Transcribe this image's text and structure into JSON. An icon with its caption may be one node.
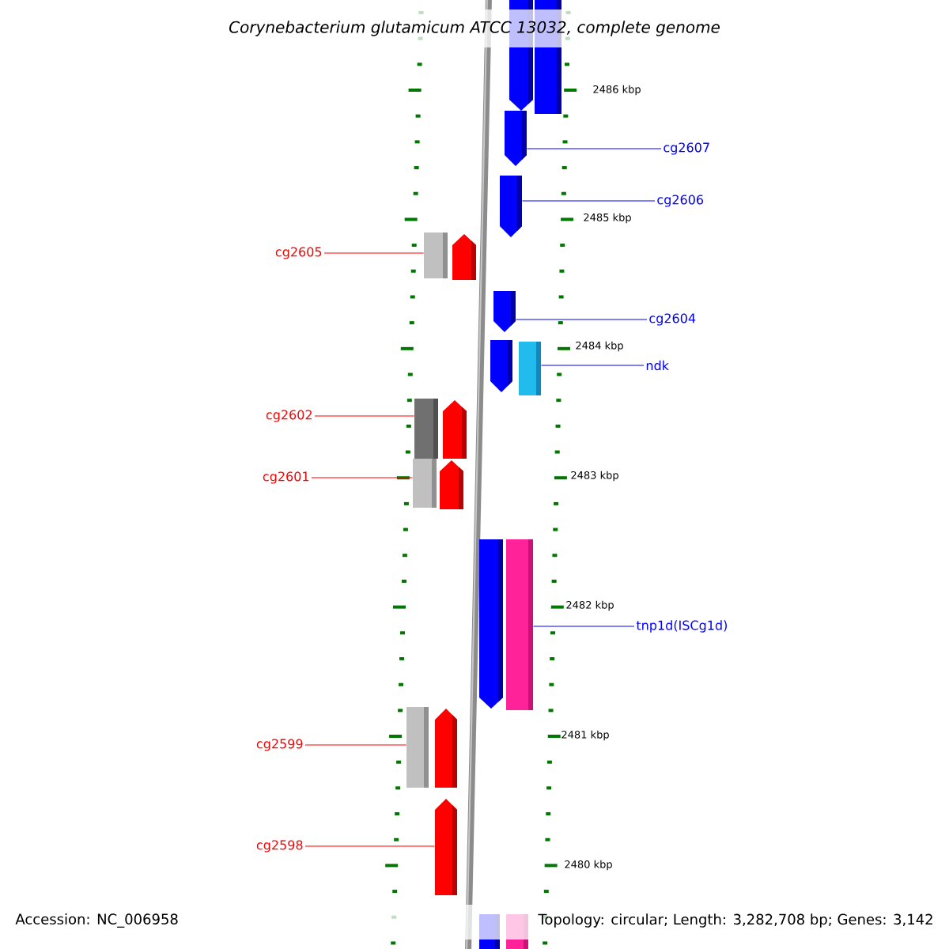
{
  "diagram": {
    "title": "Corynebacterium glutamicum ATCC 13032, complete genome",
    "nodes": [
      {
        "text": [
          "cg2607"
        ]
      },
      {
        "text": [
          "cg2606"
        ]
      },
      {
        "text": [
          "cg2605"
        ]
      },
      {
        "text": [
          "cg2604"
        ]
      },
      {
        "text": [
          "ndk"
        ]
      },
      {
        "text": [
          "cg2602"
        ]
      },
      {
        "text": [
          "cg2601"
        ]
      },
      {
        "text": [
          "tnp1d(ISCg1d)"
        ]
      },
      {
        "text": [
          "cg2599"
        ]
      },
      {
        "text": [
          "cg2598"
        ]
      },
      {
        "text": [],
        "shape": "arrow"
      },
      {
        "text": [],
        "shape": "arrow"
      },
      {
        "text": [],
        "shape": "box"
      },
      {
        "text": [],
        "shape": "arrow"
      },
      {
        "text": [],
        "shape": "box"
      },
      {
        "text": [],
        "shape": "box"
      },
      {
        "text": [],
        "shape": "box"
      },
      {
        "text": [],
        "shape": "box"
      },
      {
        "text": [],
        "shape": "box"
      },
      {
        "text": [],
        "shape": "arrow"
      },
      {
        "text": [],
        "shape": "arrow"
      }
    ],
    "edges": [
      {
        "from": 0,
        "to": 10,
        "arrow": "none",
        "color": "#0000ff"
      },
      {
        "from": 1,
        "to": 11,
        "arrow": "none",
        "color": "#0000ff"
      },
      {
        "from": 2,
        "to": 12,
        "arrow": "none",
        "color": "#ff0000"
      },
      {
        "from": 3,
        "to": 13,
        "arrow": "none",
        "color": "#0000ff"
      },
      {
        "from": 4,
        "to": 14,
        "arrow": "none",
        "color": "#0000ff"
      },
      {
        "from": 5,
        "to": 15,
        "arrow": "none",
        "color": "#ff0000"
      },
      {
        "from": 6,
        "to": 16,
        "arrow": "none",
        "color": "#ff0000"
      },
      {
        "from": 7,
        "to": 17,
        "arrow": "none",
        "color": "#0000ff"
      },
      {
        "from": 8,
        "to": 18,
        "arrow": "none",
        "color": "#ff0000"
      },
      {
        "from": 9,
        "to": 19,
        "arrow": "none",
        "color": "#ff0000"
      }
    ],
    "labels": [
      "2486 kbp",
      "2485 kbp",
      "2484 kbp",
      "2483 kbp",
      "2482 kbp",
      "2481 kbp",
      "2480 kbp",
      "Accession: NC_006958",
      "Topology: circular; Length: 3,282,708 bp; Genes: 3,142"
    ]
  }
}
